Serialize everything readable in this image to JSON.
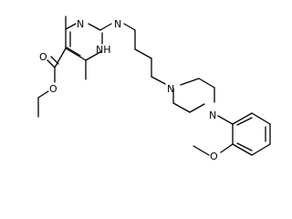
{
  "molecule": {
    "atoms": {
      "n_ring_top": "N",
      "nh_ring": "NH",
      "n_amine": "N",
      "n_piperazine_top": "N",
      "n_piperazine_bottom": "N",
      "o_carbonyl": "O",
      "o_ester": "O",
      "o_methoxy": "O"
    }
  }
}
